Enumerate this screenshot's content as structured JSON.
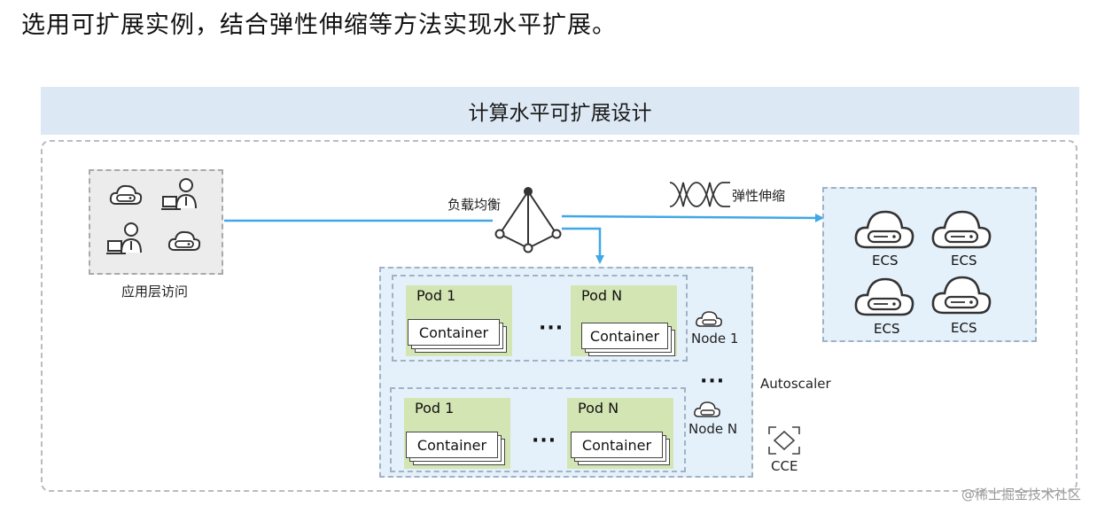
{
  "heading": "选用可扩展实例，结合弹性伸缩等方法实现水平扩展。",
  "banner_title": "计算水平可扩展设计",
  "client": {
    "label": "应用层访问"
  },
  "load_balancer": {
    "label": "负载均衡"
  },
  "elastic": {
    "label": "弹性伸缩"
  },
  "nodes": [
    {
      "label": "Node 1",
      "pods": [
        {
          "label": "Pod 1",
          "container": "Container"
        },
        {
          "label": "Pod N",
          "container": "Container"
        }
      ],
      "ellipsis": "···"
    },
    {
      "label": "Node N",
      "pods": [
        {
          "label": "Pod 1",
          "container": "Container"
        },
        {
          "label": "Pod N",
          "container": "Container"
        }
      ],
      "ellipsis": "···"
    }
  ],
  "between_nodes_ellipsis": "···",
  "autoscaler_label": "Autoscaler",
  "cce_label": "CCE",
  "ecs": [
    "ECS",
    "ECS",
    "ECS",
    "ECS"
  ],
  "watermark": "@稀土掘金技术社区",
  "colors": {
    "arrow": "#41a7e6",
    "banner": "#dce8f4",
    "cluster_bg": "#e5f1fa",
    "pod_bg": "#d4e5b4"
  }
}
